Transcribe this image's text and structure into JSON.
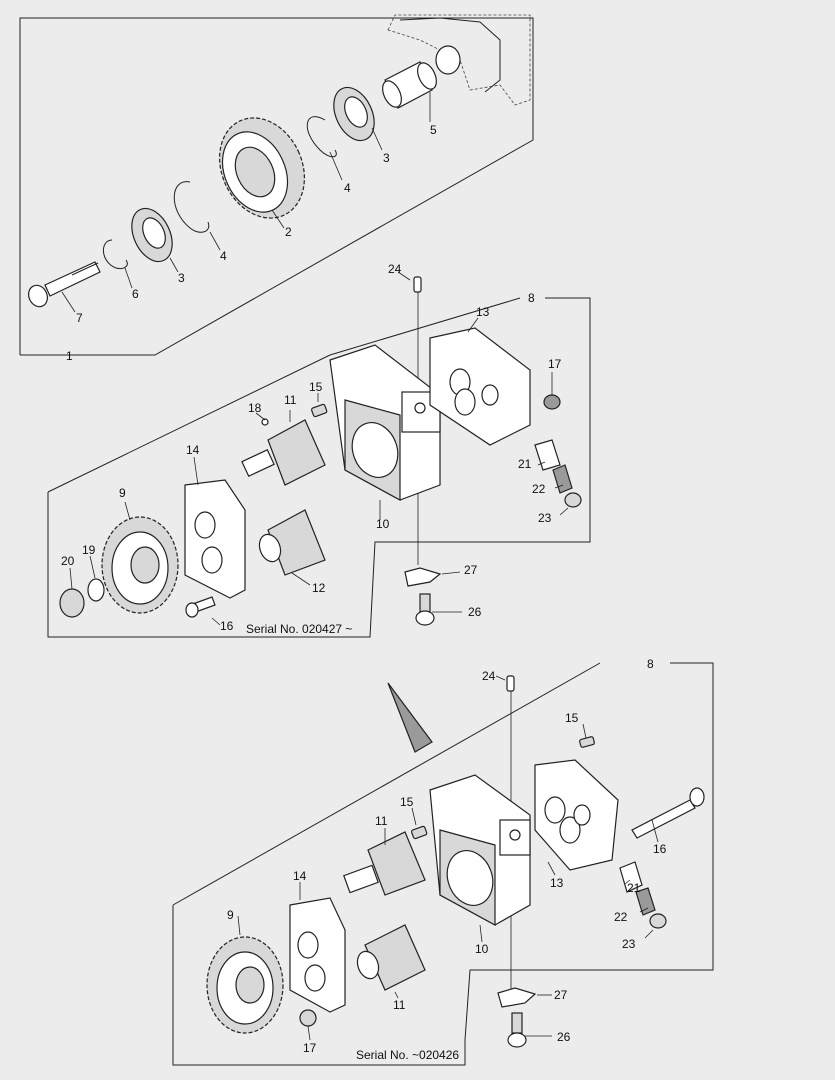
{
  "callouts": {
    "upper": {
      "c1": "1",
      "c2": "2",
      "c3a": "3",
      "c3b": "3",
      "c4a": "4",
      "c4b": "4",
      "c5": "5",
      "c6": "6",
      "c7": "7"
    },
    "middle": {
      "c8": "8",
      "c9": "9",
      "c10": "10",
      "c11": "11",
      "c12": "12",
      "c13": "13",
      "c14": "14",
      "c15": "15",
      "c16": "16",
      "c17": "17",
      "c18": "18",
      "c19": "19",
      "c20": "20",
      "c21": "21",
      "c22": "22",
      "c23": "23",
      "c24": "24",
      "c26": "26",
      "c27": "27"
    },
    "lower": {
      "c8": "8",
      "c9": "9",
      "c10": "10",
      "c11a": "11",
      "c11b": "11",
      "c13": "13",
      "c14": "14",
      "c15a": "15",
      "c15b": "15",
      "c16": "16",
      "c17": "17",
      "c21": "21",
      "c22": "22",
      "c23": "23",
      "c24": "24",
      "c26": "26",
      "c27": "27"
    }
  },
  "serials": {
    "middle": "Serial No. 020427 ~",
    "lower": "Serial No. ~020426"
  },
  "icons": {
    "direction_arrow": "arrowhead-icon"
  }
}
